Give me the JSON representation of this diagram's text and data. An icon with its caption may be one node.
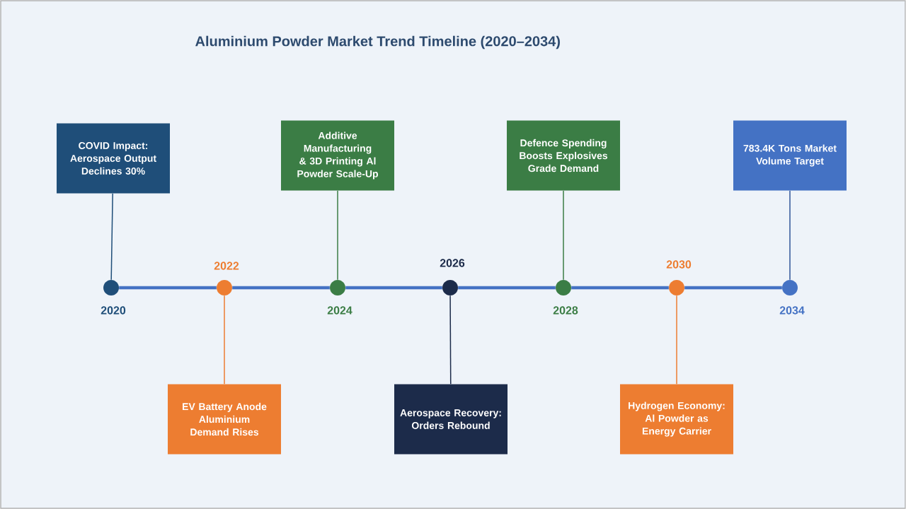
{
  "diagram": {
    "title": "Aluminium Powder Market Trend Timeline (2020–2034)",
    "nodes": [
      {
        "text": [
          "COVID Impact: Aerospace Output Declines 30%"
        ]
      },
      {
        "text": [
          "EV Battery Anode Aluminium Demand Rises"
        ]
      },
      {
        "text": [
          "Additive Manufacturing & 3D Printing Al Powder Scale-Up"
        ]
      },
      {
        "text": [
          "Aerospace Recovery: Orders Rebound"
        ]
      },
      {
        "text": [
          "Defence Spending Boosts Explosives Grade Demand"
        ]
      },
      {
        "text": [
          "Hydrogen Economy: Al Powder as Energy Carrier"
        ]
      },
      {
        "text": [
          "783.4K Tons Market Volume Target"
        ]
      },
      {
        "text": [],
        "shape": "circle",
        "beside": [
          "2020"
        ]
      },
      {
        "text": [],
        "shape": "circle",
        "beside": [
          "2022"
        ]
      },
      {
        "text": [],
        "shape": "circle",
        "beside": [
          "2024"
        ]
      },
      {
        "text": [],
        "shape": "circle",
        "beside": [
          "2026"
        ]
      },
      {
        "text": [],
        "shape": "circle",
        "beside": [
          "2028"
        ]
      },
      {
        "text": [],
        "shape": "circle",
        "beside": [
          "2030"
        ]
      },
      {
        "text": [],
        "shape": "circle",
        "beside": [
          "2034"
        ]
      }
    ],
    "edges": [
      {
        "from": 0,
        "to": 7,
        "arrow": "none",
        "color": "#1f4e79"
      },
      {
        "from": 1,
        "to": 8,
        "arrow": "none",
        "color": "#ed7d31"
      },
      {
        "from": 2,
        "to": 9,
        "arrow": "none",
        "color": "#3b7d45"
      },
      {
        "from": 3,
        "to": 10,
        "arrow": "none",
        "color": "#1c2b4a"
      },
      {
        "from": 4,
        "to": 11,
        "arrow": "none",
        "color": "#3b7d45"
      },
      {
        "from": 5,
        "to": 12,
        "arrow": "none",
        "color": "#ed7d31"
      },
      {
        "from": 6,
        "to": 13,
        "arrow": "none",
        "color": "#2f5597"
      },
      {
        "from": 7,
        "to": 8,
        "arrow": "none",
        "style": "thick"
      },
      {
        "from": 8,
        "to": 9,
        "arrow": "none",
        "style": "thick"
      },
      {
        "from": 9,
        "to": 10,
        "arrow": "none",
        "style": "thick"
      },
      {
        "from": 10,
        "to": 11,
        "arrow": "none",
        "style": "thick"
      },
      {
        "from": 11,
        "to": 12,
        "arrow": "none",
        "style": "thick"
      },
      {
        "from": 12,
        "to": 13,
        "arrow": "none",
        "style": "thick"
      }
    ]
  }
}
